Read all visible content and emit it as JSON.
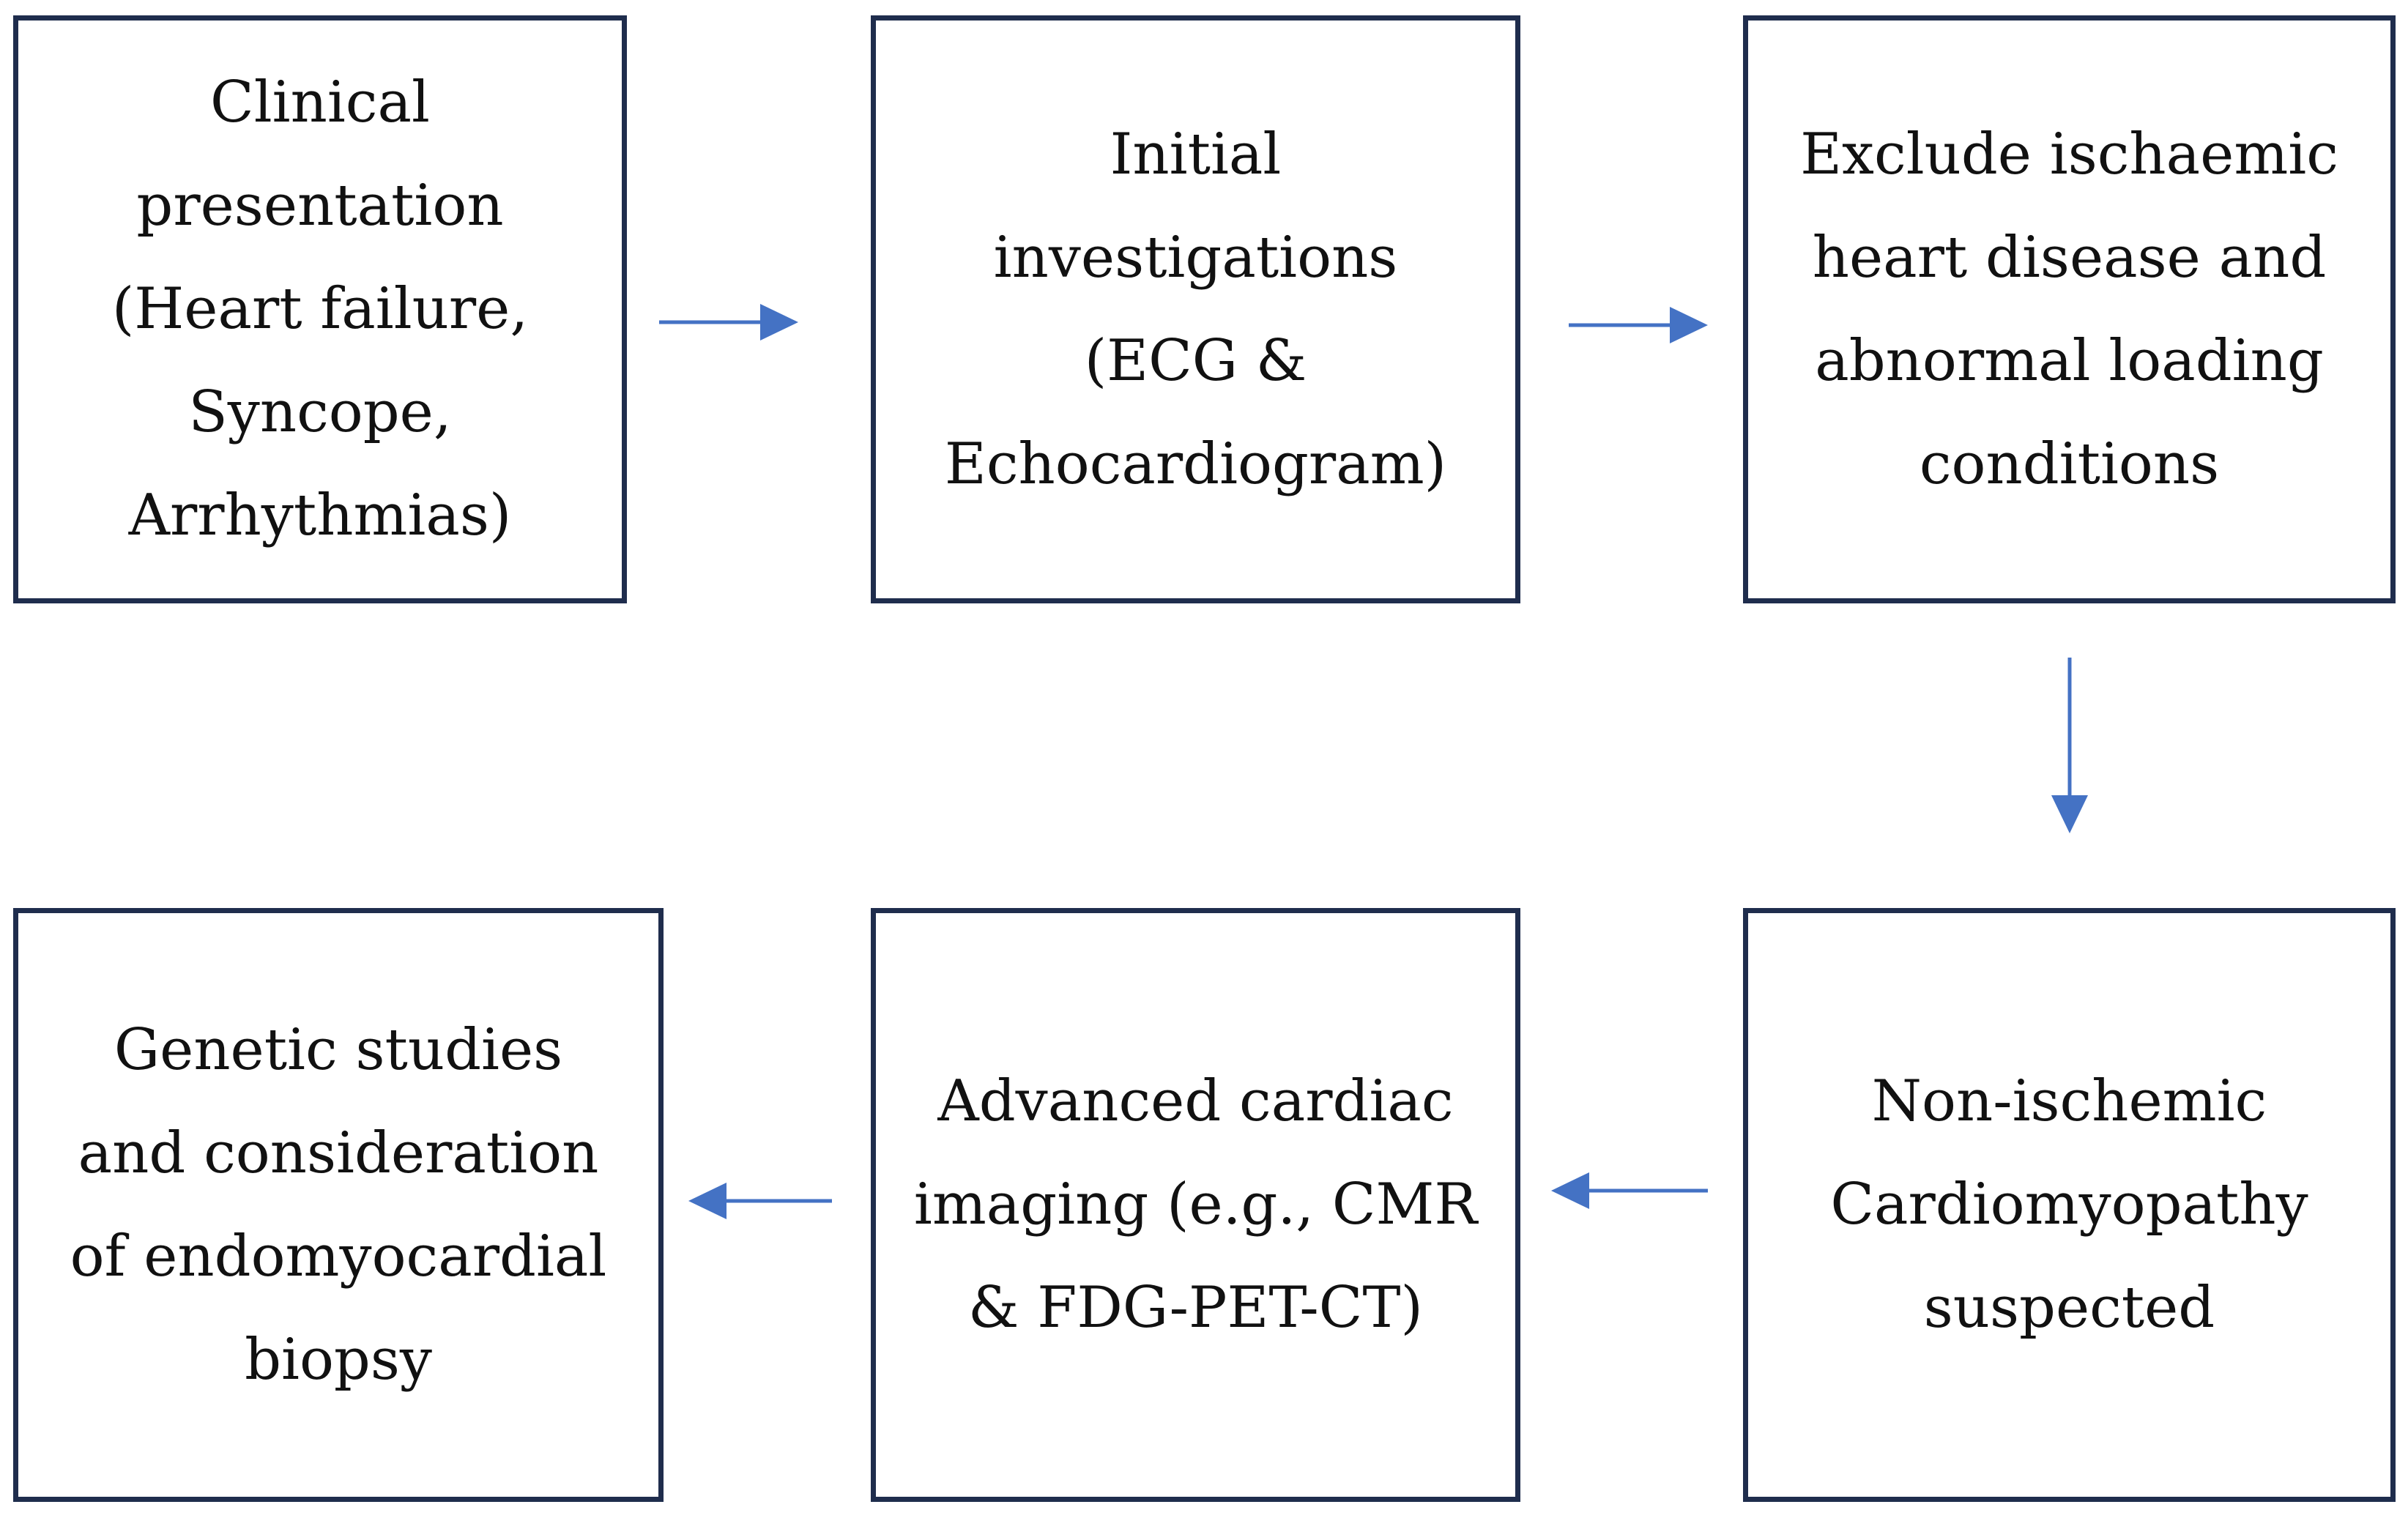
{
  "colors": {
    "box_border": "#1f2d4d",
    "arrow": "#4472c4",
    "text": "#111111"
  },
  "steps": [
    {
      "id": "clinical-presentation",
      "lines": [
        "Clinical",
        "presentation",
        "(Heart failure,",
        "Syncope,",
        "Arrhythmias)"
      ]
    },
    {
      "id": "initial-investigations",
      "lines": [
        "Initial",
        "investigations",
        "(ECG &",
        "Echocardiogram)"
      ]
    },
    {
      "id": "exclude-ischaemic",
      "lines": [
        "Exclude ischaemic",
        "heart disease and",
        "abnormal loading",
        "conditions"
      ]
    },
    {
      "id": "non-ischemic-suspected",
      "lines": [
        "Non-ischemic",
        "Cardiomyopathy",
        "suspected"
      ]
    },
    {
      "id": "advanced-imaging",
      "lines": [
        "Advanced cardiac",
        "imaging (e.g., CMR",
        "& FDG-PET-CT)"
      ]
    },
    {
      "id": "genetic-studies",
      "lines": [
        "Genetic studies",
        "and consideration",
        "of endomyocardial",
        "biopsy"
      ]
    }
  ]
}
